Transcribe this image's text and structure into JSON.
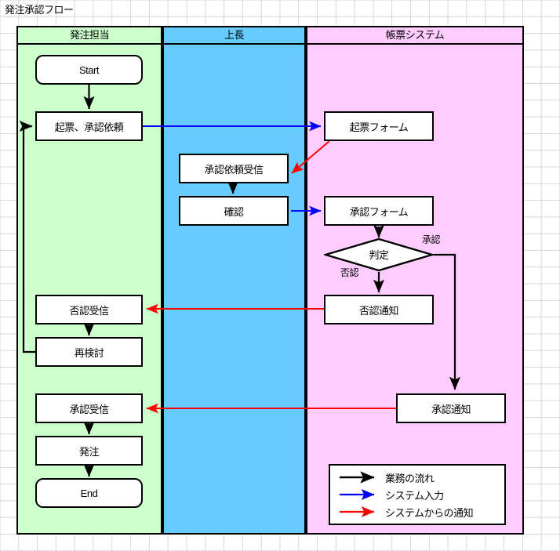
{
  "title": "発注承認フロー",
  "lanes": [
    {
      "name": "発注担当",
      "color": "#ccffcc"
    },
    {
      "name": "上長",
      "color": "#66ccff"
    },
    {
      "name": "帳票システム",
      "color": "#ffccff"
    }
  ],
  "nodes": {
    "start": "Start",
    "draft_request": "起票、承認依頼",
    "reject_receive": "否認受信",
    "reconsider": "再検討",
    "approve_receive": "承認受信",
    "order": "発注",
    "end": "End",
    "request_received": "承認依頼受信",
    "confirm": "確認",
    "draft_form": "起票フォーム",
    "approve_form": "承認フォーム",
    "decision": "判定",
    "reject_notice": "否認通知",
    "approve_notice": "承認通知"
  },
  "edge_labels": {
    "approved": "承認",
    "rejected": "否認"
  },
  "legend": {
    "rows": [
      {
        "label": "業務の流れ",
        "color": "#000000"
      },
      {
        "label": "システム入力",
        "color": "#0000ff"
      },
      {
        "label": "システムからの通知",
        "color": "#ff0000"
      }
    ]
  },
  "colors": {
    "flow_black": "#000000",
    "flow_blue": "#0000ff",
    "flow_red": "#ff0000",
    "lane_green": "#ccffcc",
    "lane_blue": "#66ccff",
    "lane_pink": "#ffccff"
  }
}
